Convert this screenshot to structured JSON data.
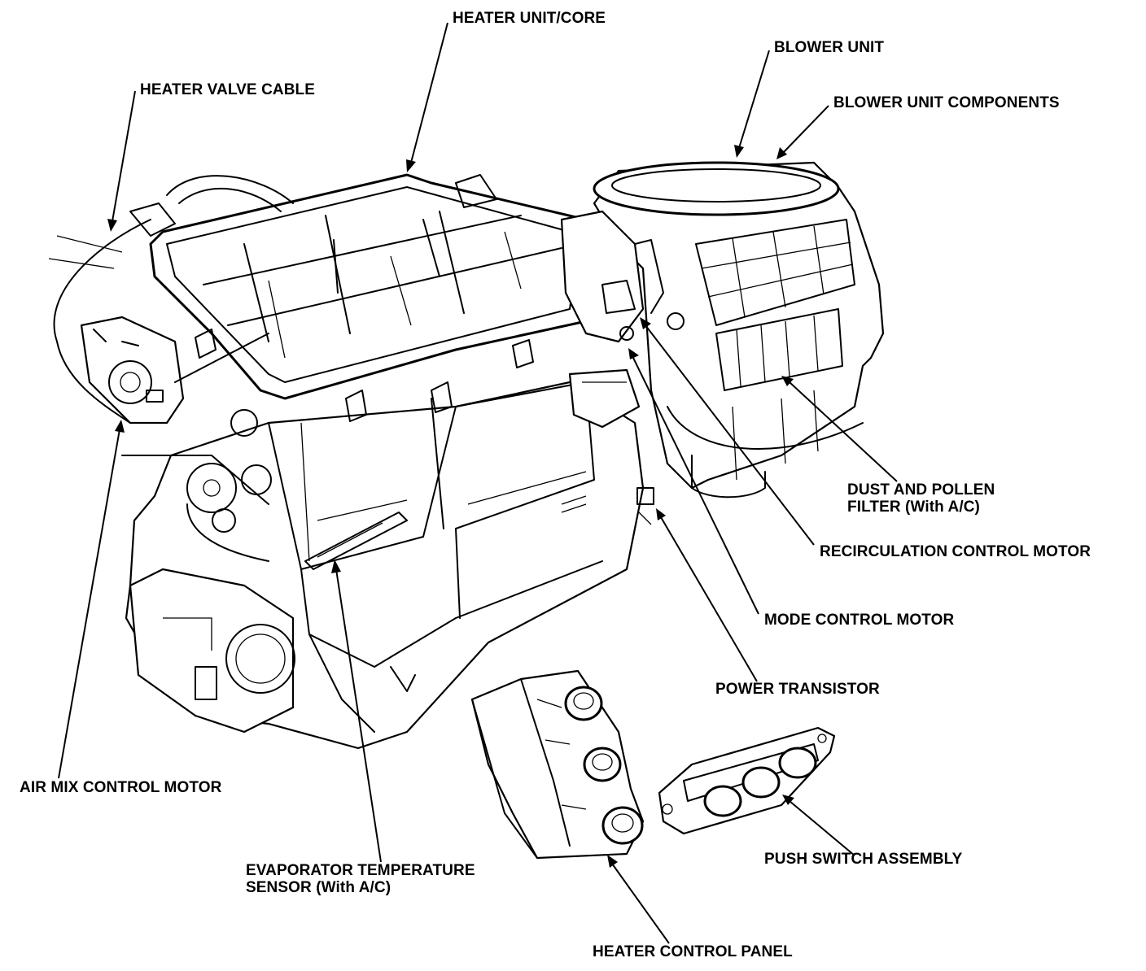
{
  "labels": {
    "heater_unit_core": "HEATER UNIT/CORE",
    "blower_unit": "BLOWER UNIT",
    "heater_valve_cable": "HEATER VALVE CABLE",
    "blower_unit_components": "BLOWER UNIT COMPONENTS",
    "dust_pollen_filter_line1": "DUST AND POLLEN",
    "dust_pollen_filter_line2": "FILTER (With A/C)",
    "recirculation_control_motor": "RECIRCULATION CONTROL MOTOR",
    "mode_control_motor": "MODE CONTROL MOTOR",
    "power_transistor": "POWER TRANSISTOR",
    "air_mix_control_motor": "AIR MIX CONTROL MOTOR",
    "evaporator_sensor_line1": "EVAPORATOR TEMPERATURE",
    "evaporator_sensor_line2": "SENSOR (With A/C)",
    "push_switch_assembly": "PUSH SWITCH ASSEMBLY",
    "heater_control_panel": "HEATER CONTROL PANEL"
  },
  "colors": {
    "line": "#000000",
    "background": "#ffffff"
  }
}
